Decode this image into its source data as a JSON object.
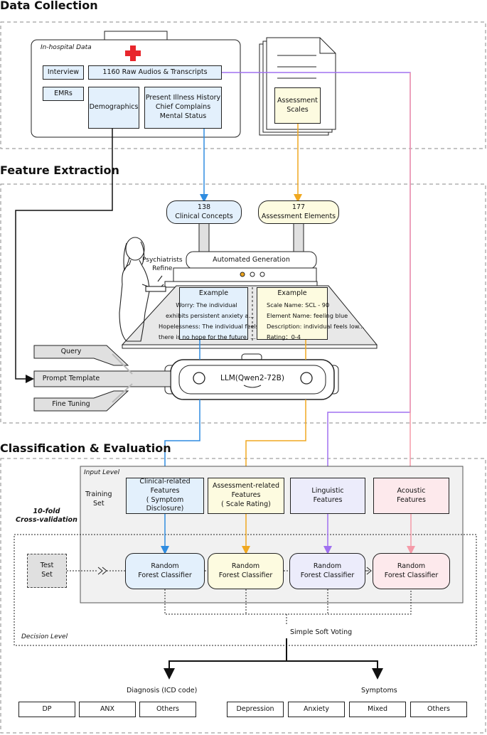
{
  "sections": {
    "data_collection": "Data Collection",
    "feature_extraction": "Feature Extraction",
    "classification": "Classification & Evaluation"
  },
  "hospital": {
    "label": "In-hospital Data",
    "interview": "Interview",
    "raw_audios": "1160 Raw Audios & Transcripts",
    "emrs": "EMRs",
    "demographics": "Demographics",
    "history": [
      "Present Illness History",
      "Chief Complains",
      "Mental Status"
    ]
  },
  "assessment_scales": [
    "Assessment",
    "Scales"
  ],
  "feature": {
    "clinical_concepts": [
      "138",
      "Clinical Concepts"
    ],
    "assessment_elements": [
      "177",
      "Assessment Elements"
    ],
    "psychiatrists_refine": [
      "Psychiatrists",
      "Refine"
    ],
    "automated_generation": "Automated Generation",
    "example_left": {
      "title": "Example",
      "lines": [
        "Worry: The individual",
        "exhibits persistent anxiety a...",
        "Hopelessness: The individual feels",
        "there is no hope for the future. ..."
      ]
    },
    "example_right": {
      "title": "Example",
      "lines": [
        "Scale Name: SCL - 90",
        "Element Name: feeling blue",
        "Description: individual feels low...",
        "Rating：0-4"
      ]
    },
    "query": "Query",
    "prompt_template": "Prompt Template",
    "fine_tuning": "Fine Tuning",
    "llm": "LLM(Qwen2-72B)"
  },
  "classification": {
    "input_level": "Input Level",
    "training_set": [
      "Training",
      "Set"
    ],
    "cross_validation": [
      "10-fold",
      "Cross-validation"
    ],
    "test_set": [
      "Test",
      "Set"
    ],
    "decision_level": "Decision Level",
    "features": [
      {
        "lines": [
          "Clinical-related",
          "Features",
          "( Symptom Disclosure)"
        ],
        "color": "#e3f0fc"
      },
      {
        "lines": [
          "Assessment-related",
          "Features",
          "( Scale Rating)"
        ],
        "color": "#fdfbe0"
      },
      {
        "lines": [
          "Linguistic",
          "Features"
        ],
        "color": "#ececfb"
      },
      {
        "lines": [
          "Acoustic",
          "Features"
        ],
        "color": "#fde9ec"
      }
    ],
    "classifiers": [
      {
        "lines": [
          "Random",
          "Forest Classifier"
        ],
        "color": "#e3f0fc"
      },
      {
        "lines": [
          "Random",
          "Forest Classifier"
        ],
        "color": "#fdfbe0"
      },
      {
        "lines": [
          "Random",
          "Forest Classifier"
        ],
        "color": "#ececfb"
      },
      {
        "lines": [
          "Random",
          "Forest Classifier"
        ],
        "color": "#fde9ec"
      }
    ],
    "soft_voting": "Simple Soft Voting",
    "diagnosis_title": "Diagnosis (ICD code)",
    "diagnosis": [
      "DP",
      "ANX",
      "Others"
    ],
    "symptoms_title": "Symptoms",
    "symptoms": [
      "Depression",
      "Anxiety",
      "Mixed",
      "Others"
    ]
  },
  "colors": {
    "blue": "#2f8ce0",
    "orange": "#f0a820",
    "purple": "#a070f0",
    "pink": "#f59aa8",
    "light_blue": "#e3f0fc",
    "light_yellow": "#fdfbe0",
    "light_purple": "#ececfb",
    "light_pink": "#fde9ec",
    "cross_red": "#e8262c"
  }
}
